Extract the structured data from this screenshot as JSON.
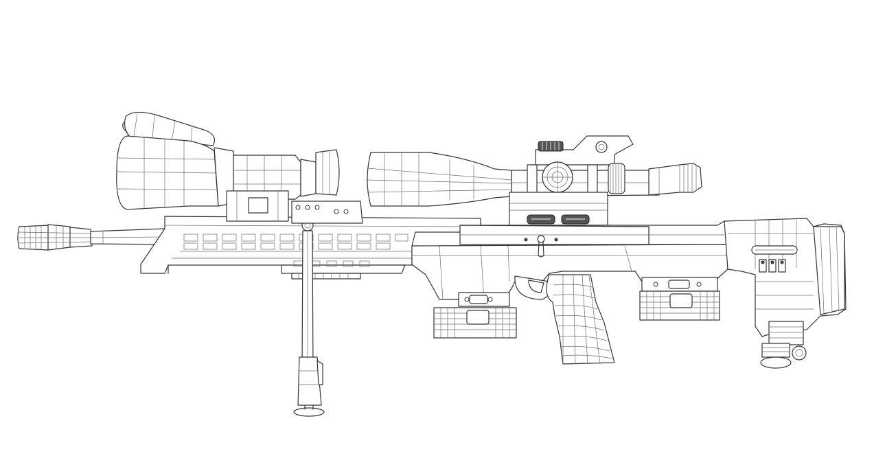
{
  "image": {
    "kind": "wireframe-illustration",
    "background_color": "#ffffff",
    "line_color": "#333333",
    "objects": [
      {
        "name": "sniper-rifle",
        "parts": [
          "muzzle-brake",
          "barrel",
          "handguard-rail",
          "bipod",
          "night-vision-clip-on",
          "rifle-scope",
          "scope-mount",
          "receiver",
          "magazine-front",
          "pistol-grip",
          "spare-magazine",
          "buttstock",
          "monopod"
        ]
      }
    ]
  }
}
